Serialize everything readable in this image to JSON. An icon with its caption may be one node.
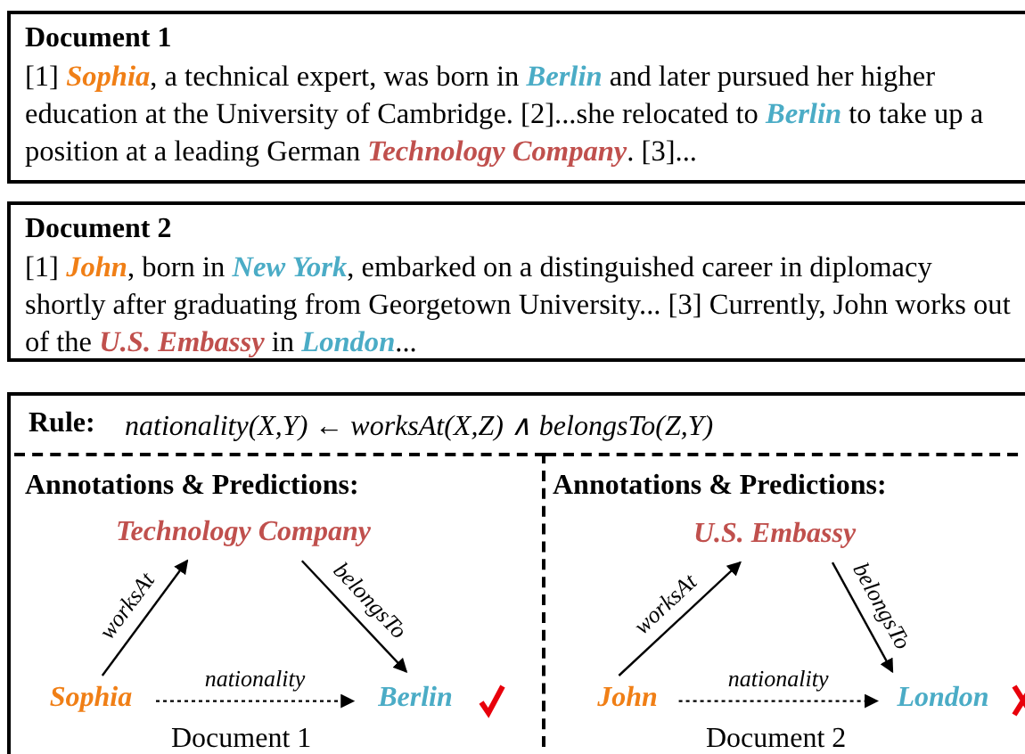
{
  "diagram": {
    "nodes": [
      {
        "text": [
          "Document 1",
          "[1] **Sophia**, a technical expert, was born in **Berlin** and later pursued her higher education at the University of Cambridge. [2]...she relocated to **Berlin** to take up a position at a leading German **Technology Company**. [3]..."
        ]
      },
      {
        "text": [
          "Document 2",
          "[1] **John**, born in **New York**, embarked on a distinguished career in diplomacy shortly after graduating from Georgetown University... [3] Currently, John works out of the **U.S. Embassy** in **London**..."
        ]
      },
      {
        "text": [
          "Rule:",
          "nationality(X,Y) ← worksAt(X,Z) ∧ belongsTo(Z,Y)"
        ]
      },
      {
        "text": [
          "Annotations & Predictions:",
          "Document 1"
        ],
        "in": 2
      },
      {
        "text": [
          "Annotations & Predictions:",
          "Document 2"
        ],
        "in": 2
      },
      {
        "text": [
          "Technology Company"
        ],
        "in": 3
      },
      {
        "text": [
          "Sophia"
        ],
        "in": 3
      },
      {
        "text": [
          "Berlin"
        ],
        "in": 3
      },
      {
        "text": [
          "U.S. Embassy"
        ],
        "in": 4
      },
      {
        "text": [
          "John"
        ],
        "in": 4
      },
      {
        "text": [
          "London"
        ],
        "in": 4
      }
    ],
    "edges": [
      {
        "from": 6,
        "to": 5,
        "arrow": "to",
        "label": "worksAt"
      },
      {
        "from": 5,
        "to": 7,
        "arrow": "to",
        "label": "belongsTo"
      },
      {
        "from": 6,
        "to": 7,
        "arrow": "to",
        "label": "nationality",
        "style": "dashed"
      },
      {
        "from": 9,
        "to": 8,
        "arrow": "to",
        "label": "worksAt"
      },
      {
        "from": 8,
        "to": 10,
        "arrow": "to",
        "label": "belongsTo"
      },
      {
        "from": 9,
        "to": 10,
        "arrow": "to",
        "label": "nationality",
        "style": "dashed"
      }
    ]
  }
}
